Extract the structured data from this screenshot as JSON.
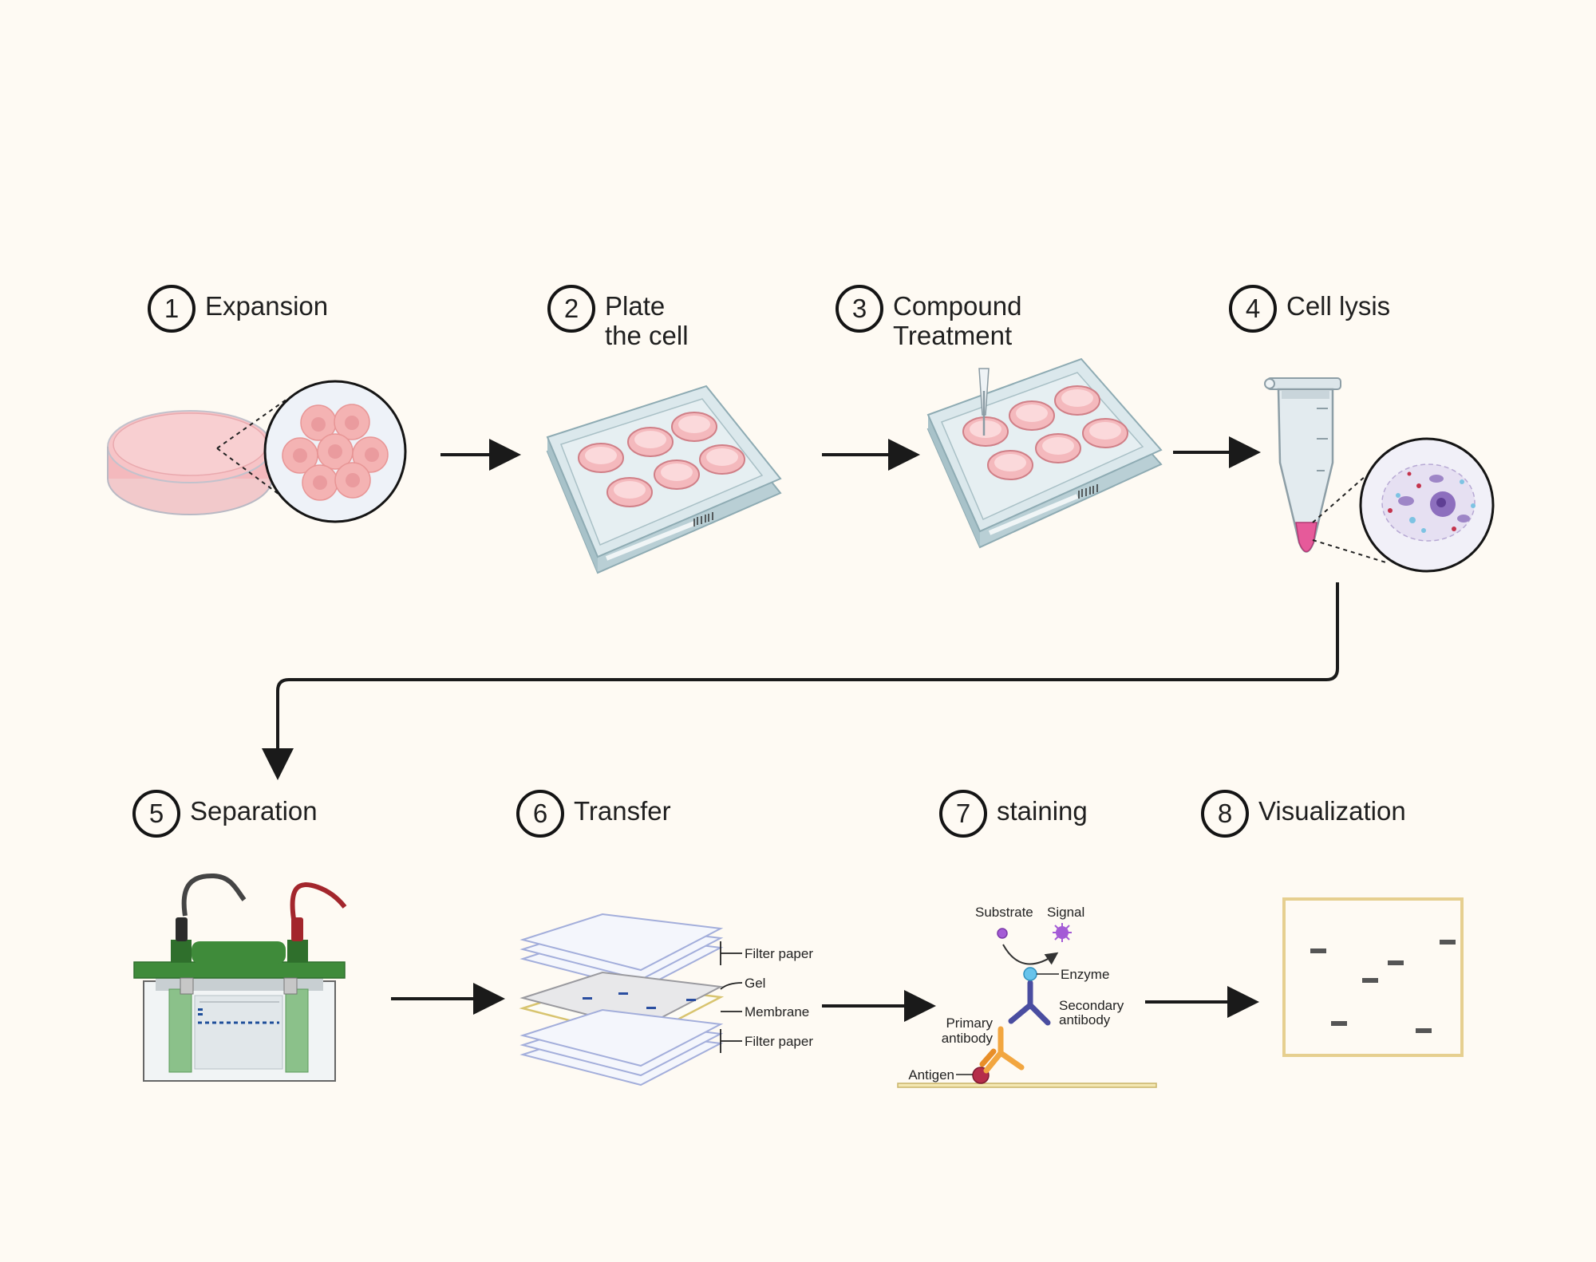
{
  "steps": [
    {
      "num": "1",
      "line1": "Expansion",
      "line2": ""
    },
    {
      "num": "2",
      "line1": "Plate",
      "line2": "the cell"
    },
    {
      "num": "3",
      "line1": "Compound",
      "line2": "Treatment"
    },
    {
      "num": "4",
      "line1": "Cell lysis",
      "line2": ""
    },
    {
      "num": "5",
      "line1": "Separation",
      "line2": ""
    },
    {
      "num": "6",
      "line1": "Transfer",
      "line2": ""
    },
    {
      "num": "7",
      "line1": "staining",
      "line2": ""
    },
    {
      "num": "8",
      "line1": "Visualization",
      "line2": ""
    }
  ],
  "transfer_labels": {
    "filter_top": "Filter paper",
    "gel": "Gel",
    "membrane": "Membrane",
    "filter_bottom": "Filter paper"
  },
  "staining_labels": {
    "substrate": "Substrate",
    "signal": "Signal",
    "enzyme": "Enzyme",
    "secondary1": "Secondary",
    "secondary2": "antibody",
    "primary1": "Primary",
    "primary2": "antibody",
    "antigen": "Antigen"
  },
  "colors": {
    "background": "#fefaf3",
    "media_pink": "#f4b9bd",
    "gel_green": "#3f8b3a",
    "lead_red": "#b3262f",
    "arrow": "#1a1a1a"
  }
}
